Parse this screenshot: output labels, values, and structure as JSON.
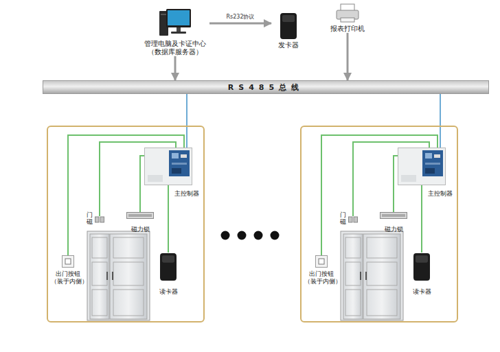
{
  "diagram": {
    "nodes": [
      {
        "text": [
          "管理电脑及卡证中心 （数据库服务器）"
        ]
      },
      {
        "text": [
          "发卡器"
        ]
      },
      {
        "text": [
          "报表打印机"
        ]
      },
      {
        "text": [
          "RS485总线"
        ]
      },
      {
        "text": []
      },
      {
        "text": [
          "主控制器"
        ],
        "in": 4
      },
      {
        "text": [
          "门磁"
        ],
        "in": 4
      },
      {
        "text": [
          "磁力锁"
        ],
        "in": 4
      },
      {
        "text": [
          "出门按钮 （装于内侧）"
        ],
        "in": 4
      },
      {
        "text": [
          "读卡器"
        ],
        "in": 4
      },
      {
        "text": []
      },
      {
        "text": [
          "主控制器"
        ],
        "in": 10
      },
      {
        "text": [
          "门磁"
        ],
        "in": 10
      },
      {
        "text": [
          "磁力锁"
        ],
        "in": 10
      },
      {
        "text": [
          "出门按钮 （装于内侧）"
        ],
        "in": 10
      },
      {
        "text": [
          "读卡器"
        ],
        "in": 10
      }
    ],
    "edges": [
      {
        "from": 0,
        "to": 1,
        "arrow": "to",
        "label": "Rs232协议"
      },
      {
        "from": 0,
        "to": 3,
        "arrow": "to"
      },
      {
        "from": 2,
        "to": 3,
        "arrow": "to"
      },
      {
        "from": 3,
        "to": 5,
        "arrow": "none"
      },
      {
        "from": 5,
        "to": 8,
        "arrow": "none"
      },
      {
        "from": 5,
        "to": 6,
        "arrow": "none"
      },
      {
        "from": 5,
        "to": 7,
        "arrow": "none"
      },
      {
        "from": 5,
        "to": 9,
        "arrow": "none"
      },
      {
        "from": 3,
        "to": 11,
        "arrow": "none"
      },
      {
        "from": 11,
        "to": 14,
        "arrow": "none"
      },
      {
        "from": 11,
        "to": 12,
        "arrow": "none"
      },
      {
        "from": 11,
        "to": 13,
        "arrow": "none"
      },
      {
        "from": 11,
        "to": 15,
        "arrow": "none"
      }
    ]
  }
}
